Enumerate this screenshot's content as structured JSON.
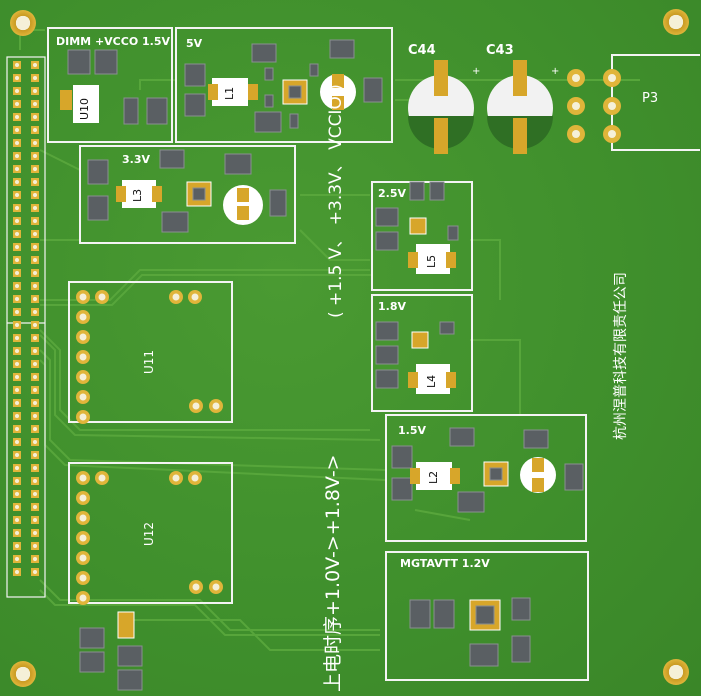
{
  "board": {
    "substrate_color": "#3f8f2c",
    "trace_color": "#5aa83d",
    "pad_color": "#d7a62a",
    "silk_color": "#f4f4f4",
    "component_color": "#5a5f63"
  },
  "modules": {
    "dimm": {
      "title": "DIMM  +VCCO  1.5V",
      "chip": "U10"
    },
    "m5v": {
      "title": "5V",
      "inductor": "L1"
    },
    "m33v": {
      "title": "3.3V",
      "inductor": "L3"
    },
    "m25v": {
      "title": "2.5V",
      "inductor": "L5"
    },
    "m18v": {
      "title": "1.8V",
      "inductor": "L4"
    },
    "m15v": {
      "title": "1.5V",
      "inductor": "L2"
    },
    "mgt": {
      "title": "MGTAVTT  1.2V"
    }
  },
  "caps": {
    "c44": "C44",
    "c43": "C43"
  },
  "connector": {
    "p3": "P3"
  },
  "chips": {
    "u11": "U11",
    "u12": "U12"
  },
  "texts": {
    "vccio": "( +1.5 V、  +3.3V、  VCCIO )",
    "sequence": "上电时序+1.0V->+1.8V->",
    "company": "杭州涅普科技有限责任公司"
  }
}
